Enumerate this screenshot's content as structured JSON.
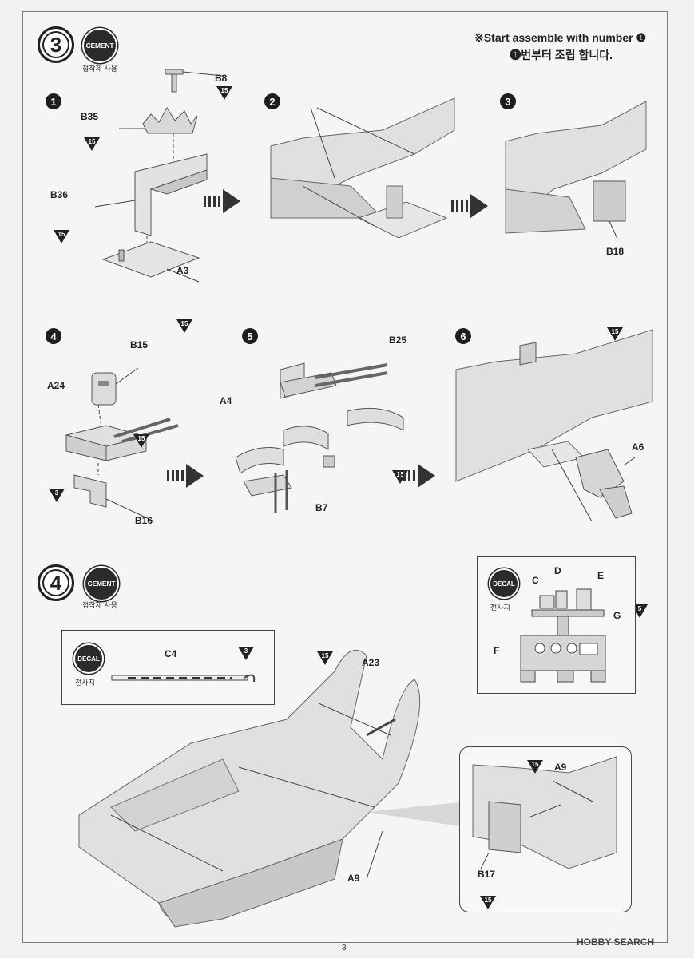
{
  "step3": {
    "number": "3",
    "cement_label": "CEMENT",
    "cement_kr": "접착제 사용",
    "note_en": "※Start assemble with number ❶",
    "note_kr": "❶번부터 조립 합니다.",
    "substeps": [
      "1",
      "2",
      "3",
      "4",
      "5",
      "6"
    ],
    "parts": {
      "b8": "B8",
      "b35": "B35",
      "b36": "B36",
      "a3": "A3",
      "b18": "B18",
      "b15": "B15",
      "a24": "A24",
      "b16": "B16",
      "a4": "A4",
      "b25": "B25",
      "b7": "B7",
      "a6": "A6"
    },
    "paint": {
      "p15": "15",
      "p3": "3",
      "p5": "5"
    }
  },
  "step4": {
    "number": "4",
    "cement_label": "CEMENT",
    "cement_kr": "접착제 사용",
    "decal_label": "DECAL",
    "decal_kr": "전사지",
    "decal_c4": "C4",
    "decal_c4_paint": "3",
    "panel_decals": [
      "C",
      "D",
      "E",
      "F",
      "G"
    ],
    "parts": {
      "a23": "A23",
      "a9": "A9",
      "a9b": "A9",
      "b17": "B17"
    },
    "paint": {
      "p15": "15"
    }
  },
  "footer": {
    "page_number": "3",
    "watermark": "HOBBY SEARCH"
  }
}
